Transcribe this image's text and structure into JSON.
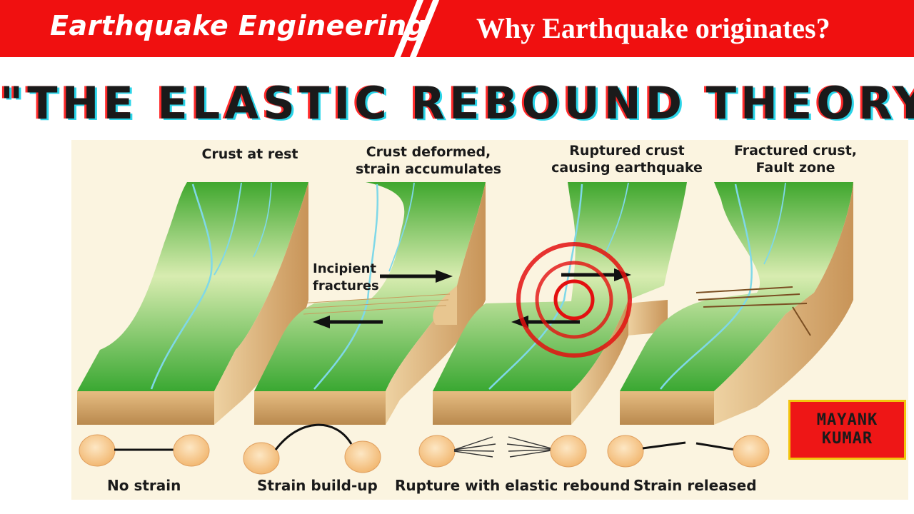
{
  "header": {
    "left_title": "Earthquake Engineering",
    "right_title": "Why Earthquake originates?"
  },
  "main_title": "\"THE ELASTIC REBOUND THEORY\"",
  "stages": [
    {
      "title_line1": "Crust at rest",
      "title_line2": "",
      "caption": "No strain"
    },
    {
      "title_line1": "Crust deformed,",
      "title_line2": "strain accumulates",
      "caption": "Strain build-up"
    },
    {
      "title_line1": "Ruptured crust",
      "title_line2": "causing earthquake",
      "caption": "Rupture with elastic rebound"
    },
    {
      "title_line1": "Fractured crust,",
      "title_line2": "Fault zone",
      "caption": "Strain released"
    }
  ],
  "annotations": {
    "fracture_label_line1": "Incipient",
    "fracture_label_line2": "fractures"
  },
  "author_badge": {
    "line1": "MAYANK",
    "line2": "KUMAR"
  },
  "colors": {
    "banner_red": "#f01010",
    "title_shadow_red": "#ff2a2a",
    "title_shadow_cyan": "#2ad4e8",
    "crust_green": "#3aa832",
    "crust_side": "#d9a868",
    "river_blue": "#7fd8e8",
    "badge_border": "#f2c40c"
  },
  "icons": [
    "fist-icon",
    "arrow-right-icon",
    "arrow-left-icon",
    "earthquake-focus-icon"
  ]
}
